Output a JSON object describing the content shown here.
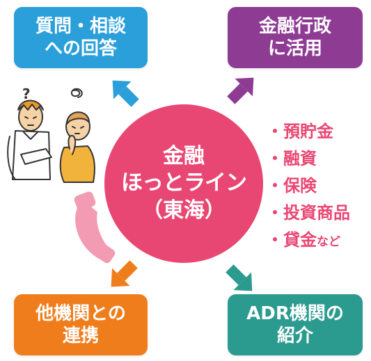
{
  "colors": {
    "consultation": "#2a9fd9",
    "administration": "#8e3b93",
    "other_agencies": "#f07d1c",
    "adr": "#2b9a8f",
    "center": "#e94773",
    "products": "#e94773",
    "phone": "#f29bb3"
  },
  "boxes": {
    "consultation": {
      "line1": "質問・相談",
      "line2": "への回答"
    },
    "administration": {
      "line1": "金融行政",
      "line2": "に活用"
    },
    "other_agencies": {
      "line1": "他機関との",
      "line2": "連携"
    },
    "adr": {
      "line1": "ADR機関の",
      "line2": "紹介"
    }
  },
  "center": {
    "line1": "金融",
    "line2": "ほっとライン",
    "line3": "（東海）"
  },
  "products": [
    {
      "bullet": "・",
      "label": "預貯金"
    },
    {
      "bullet": "・",
      "label": "融資"
    },
    {
      "bullet": "・",
      "label": "保険"
    },
    {
      "bullet": "・",
      "label": "投資商品"
    },
    {
      "bullet": "・",
      "label": "貸金",
      "suffix": "など"
    }
  ],
  "icons": {
    "illustration": "worried-couple-illustration",
    "phone": "phone-handset-icon"
  }
}
